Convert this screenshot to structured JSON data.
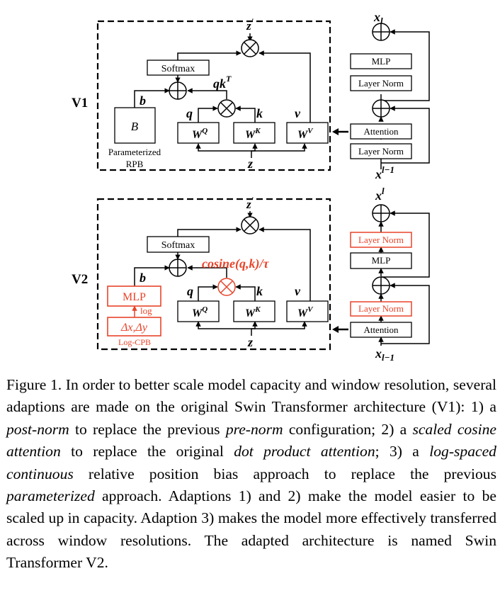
{
  "colors": {
    "text": "#000000",
    "accent": "#e8442a",
    "background": "#ffffff"
  },
  "diagram": {
    "v1": {
      "label": "V1",
      "softmax": "Softmax",
      "qk": "qk",
      "qk_sup": "T",
      "z_prime": "z",
      "z_prime_sup": "'",
      "b": "b",
      "q": "q",
      "k": "k",
      "v": "v",
      "B": "B",
      "wq": "W",
      "wq_sup": "Q",
      "wk": "W",
      "wk_sup": "K",
      "wv": "W",
      "wv_sup": "V",
      "rpb_line1": "Parameterized",
      "rpb_line2": "RPB",
      "z": "z"
    },
    "v1_block": {
      "x_out": "x",
      "x_out_sub": "l",
      "mlp": "MLP",
      "layer_norm_top": "Layer Norm",
      "attention": "Attention",
      "layer_norm_bottom": "Layer Norm",
      "x_in": "x",
      "x_in_sup": "l−1"
    },
    "v2": {
      "label": "V2",
      "softmax": "Softmax",
      "cosine": "cosine(q,k)/τ",
      "z_prime": "z",
      "z_prime_sup": "'",
      "b": "b",
      "q": "q",
      "k": "k",
      "v": "v",
      "mlp": "MLP",
      "log": "log",
      "delta": "Δx,Δy",
      "cpb": "Log-CPB",
      "wq": "W",
      "wq_sup": "Q",
      "wk": "W",
      "wk_sup": "K",
      "wv": "W",
      "wv_sup": "V",
      "z": "z"
    },
    "v2_block": {
      "x_out": "x",
      "x_out_sup": "l",
      "layer_norm_top": "Layer Norm",
      "mlp": "MLP",
      "layer_norm_mid": "Layer Norm",
      "attention": "Attention",
      "x_in": "x",
      "x_in_sub": "l−1"
    }
  },
  "caption": {
    "p1": "Figure 1. In order to better scale model capacity and window resolution, several adaptions are made on the original Swin Transformer architecture (V1): 1) a ",
    "e1": "post-norm",
    "p2": " to replace the previous ",
    "e2": "pre-norm",
    "p3": " configuration; 2) a ",
    "e3": "scaled cosine attention",
    "p4": " to replace the original ",
    "e4": "dot product attention",
    "p5": "; 3) a ",
    "e5": "log-spaced continuous",
    "p6": " relative position bias approach to replace the previous ",
    "e6": "parameterized",
    "p7": " approach. Adaptions 1) and 2) make the model easier to be scaled up in capacity. Adaption 3) makes the model more effectively transferred across window resolutions. The adapted architecture is named Swin Transformer V2."
  }
}
